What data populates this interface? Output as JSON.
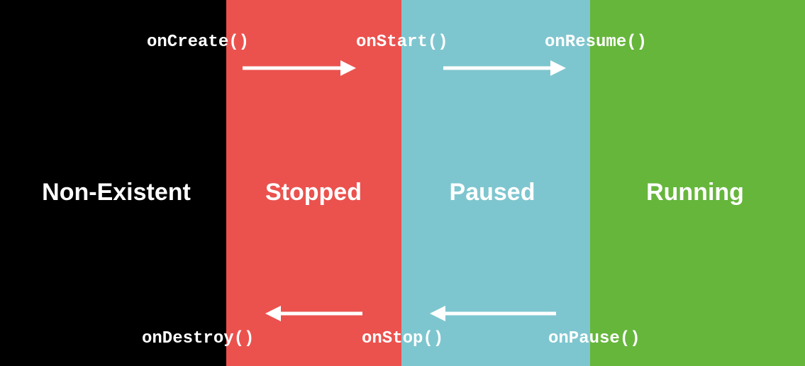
{
  "colors": {
    "non_existent": "#000000",
    "stopped": "#EB524E",
    "paused": "#7EC6CF",
    "running": "#66B63C",
    "text": "#FFFFFF",
    "arrow": "#FFFFFF"
  },
  "states": {
    "non_existent": "Non-Existent",
    "stopped": "Stopped",
    "paused": "Paused",
    "running": "Running"
  },
  "callbacks": {
    "on_create": "onCreate()",
    "on_start": "onStart()",
    "on_resume": "onResume()",
    "on_destroy": "onDestroy()",
    "on_stop": "onStop()",
    "on_pause": "onPause()"
  }
}
